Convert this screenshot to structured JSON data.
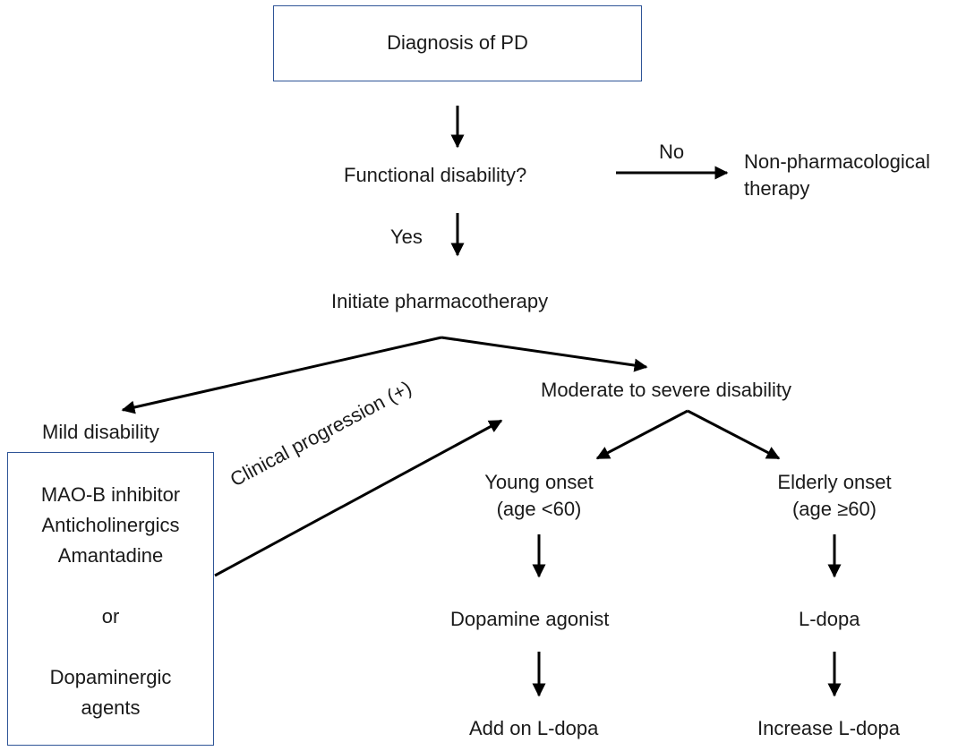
{
  "nodes": {
    "diagnosis": "Diagnosis of PD",
    "functional_disability": "Functional disability?",
    "non_pharm_line1": "Non-pharmacological",
    "non_pharm_line2": "therapy",
    "initiate": "Initiate pharmacotherapy",
    "mild": "Mild disability",
    "moderate_severe": "Moderate to severe disability",
    "young_onset": "Young onset",
    "young_age": "(age <60)",
    "elderly_onset": "Elderly onset",
    "elderly_age": "(age ≥60)",
    "dopamine_agonist": "Dopamine agonist",
    "ldopa": "L-dopa",
    "add_on": "Add on L-dopa",
    "increase": "Increase L-dopa"
  },
  "mild_box": {
    "line1": "MAO-B inhibitor",
    "line2": "Anticholinergics",
    "line3": "Amantadine",
    "or": "or",
    "line4": "Dopaminergic",
    "line5": "agents"
  },
  "edge_labels": {
    "no": "No",
    "yes": "Yes",
    "progression": "Clinical progression (+)"
  },
  "colors": {
    "box_border": "#2f5597",
    "arrow": "#000000"
  }
}
